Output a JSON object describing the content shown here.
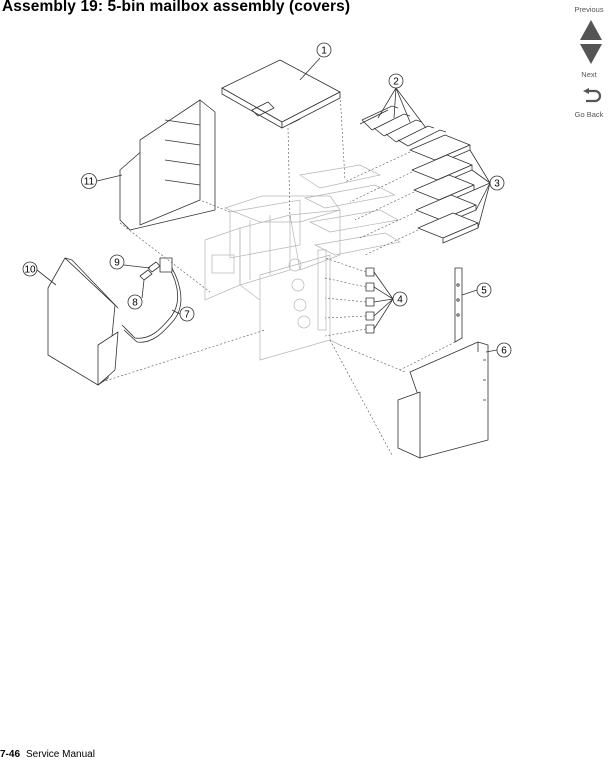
{
  "page_title": "Assembly 19:  5-bin mailbox assembly (covers)",
  "nav": {
    "previous_label": "Previous",
    "next_label": "Next",
    "go_back_label": "Go Back"
  },
  "footer": {
    "page_number": "7-46",
    "manual_name": "Service Manual"
  },
  "callouts": [
    "1",
    "2",
    "3",
    "4",
    "5",
    "6",
    "7",
    "8",
    "9",
    "10",
    "11"
  ],
  "colors": {
    "line": "#333333",
    "ghost": "#b5b5b5",
    "nav_icon": "#555555"
  }
}
